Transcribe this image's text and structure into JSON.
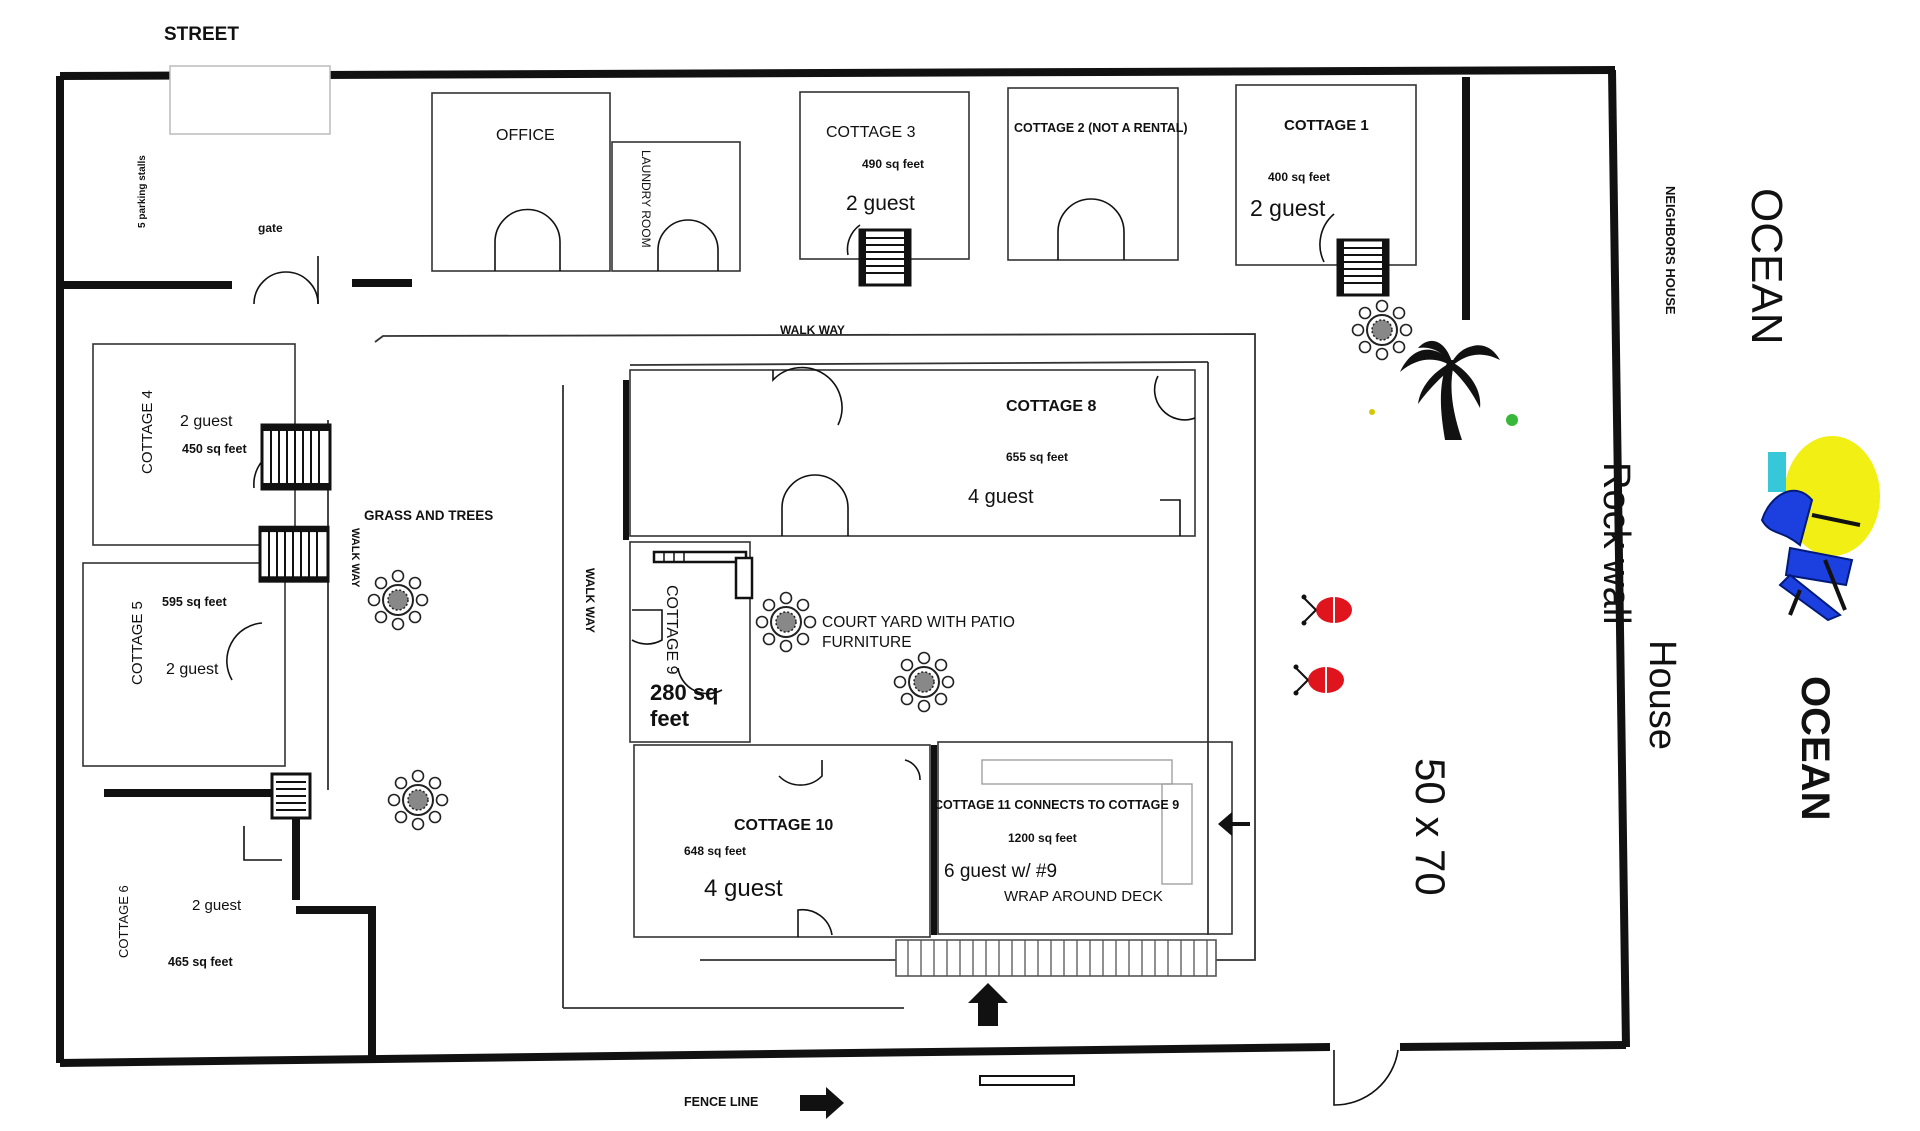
{
  "labels": {
    "street": "STREET",
    "parking": "5 parking stalls",
    "gate": "gate",
    "office": "OFFICE",
    "laundry": "LAUNDRY ROOM",
    "cottage3": "COTTAGE 3",
    "cottage3_sqft": "490 sq feet",
    "cottage3_guests": "2 guest",
    "cottage2": "COTTAGE 2 (NOT A RENTAL)",
    "cottage1": "COTTAGE 1",
    "cottage1_sqft": "400 sq feet",
    "cottage1_guests": "2 guest",
    "neighbors": "NEIGHBORS HOUSE",
    "ocean_top": "OCEAN",
    "ocean_bottom": "OCEAN",
    "walkway_top": "WALK WAY",
    "walkway_left": "WALK WAY",
    "walkway_center": "WALK WAY",
    "cottage4": "COTTAGE 4",
    "cottage4_guests": "2 guest",
    "cottage4_sqft": "450 sq feet",
    "grass": "GRASS AND TREES",
    "cottage8": "COTTAGE 8",
    "cottage8_sqft": "655 sq feet",
    "cottage8_guests": "4 guest",
    "cottage5": "COTTAGE 5",
    "cottage5_sqft": "595 sq feet",
    "cottage5_guests": "2 guest",
    "cottage9": "COTTAGE 9",
    "cottage9_sqft_line1": "280 sq",
    "cottage9_sqft_line2": "feet",
    "courtyard_line1": "COURT YARD WITH PATIO",
    "courtyard_line2": "FURNITURE",
    "rock_wall": "Rock wall",
    "house": "House",
    "dimensions": "50 x 70",
    "cottage10": "COTTAGE 10",
    "cottage10_sqft": "648 sq feet",
    "cottage10_guests": "4 guest",
    "cottage11": "COTTAGE 11 CONNECTS TO COTTAGE 9",
    "cottage11_sqft": "1200 sq feet",
    "cottage11_guests": "6 guest w/ #9",
    "wrap_deck": "WRAP AROUND DECK",
    "cottage6": "COTTAGE 6",
    "cottage6_guests": "2 guest",
    "cottage6_sqft": "465 sq feet",
    "fence_line": "FENCE LINE"
  },
  "icons": [
    "palm-tree-icon",
    "beach-chair-icon",
    "sun-icon",
    "bbq-grill-icon",
    "patio-table-icon",
    "arrow-icon",
    "stairs-icon"
  ],
  "colors": {
    "wall": "#111111",
    "grill": "#e0141c",
    "chair": "#1c3fe0",
    "sun": "#f2ef14",
    "palm": "#111111"
  }
}
